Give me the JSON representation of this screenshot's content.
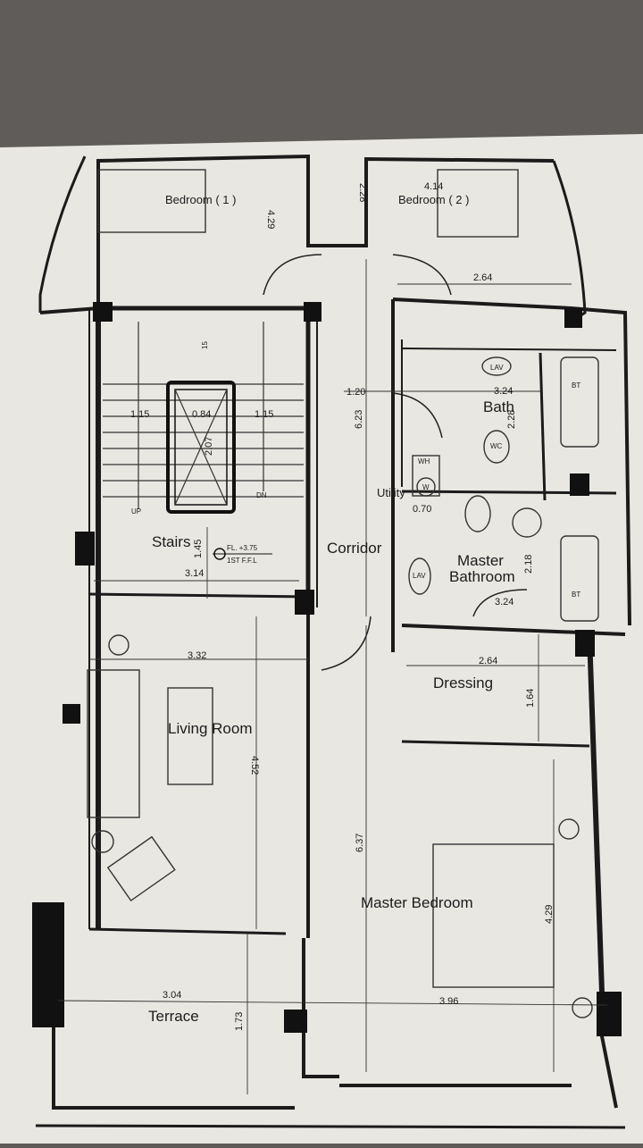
{
  "rooms": {
    "bedroom1": "Bedroom ( 1 )",
    "bedroom2": "Bedroom ( 2 )",
    "bath": "Bath",
    "utility": "Utility",
    "stairs": "Stairs",
    "corridor": "Corridor",
    "master_bathroom_l1": "Master",
    "master_bathroom_l2": "Bathroom",
    "living_room": "Living Room",
    "dressing": "Dressing",
    "master_bedroom": "Master Bedroom",
    "terrace": "Terrace"
  },
  "level": {
    "line1": "FL. +3.75",
    "line2": "1ST F.F.L"
  },
  "dimensions": {
    "bed1_depth": "4.29",
    "bed2_depth": "2.28",
    "bed2_width": "4.14",
    "bed2_lower": "2.64",
    "corridor_w": "1.20",
    "bath_w": "3.24",
    "bath_d": "2.28",
    "corridor_len": "6.23",
    "stair_a": "1.15",
    "stair_b": "0.84",
    "stair_c": "1.15",
    "stair_well": "2.07",
    "utility_w": "0.70",
    "stairs_d": "1.45",
    "stairs_w": "3.14",
    "mbath_d": "2.18",
    "mbath_w": "3.24",
    "living_w": "3.32",
    "dressing_w": "2.64",
    "dressing_d": "1.64",
    "living_d": "4.52",
    "mbed_len": "6.37",
    "mbed_d": "4.29",
    "terrace_w": "3.04",
    "mbed_w": "3.96",
    "terrace_d": "1.73",
    "stair_up": "UP",
    "stair_dn": "DN",
    "stair_num": "15"
  },
  "fixtures": {
    "lav": "LAV",
    "wc": "WC",
    "bt": "BT",
    "wh": "WH",
    "w": "W"
  }
}
